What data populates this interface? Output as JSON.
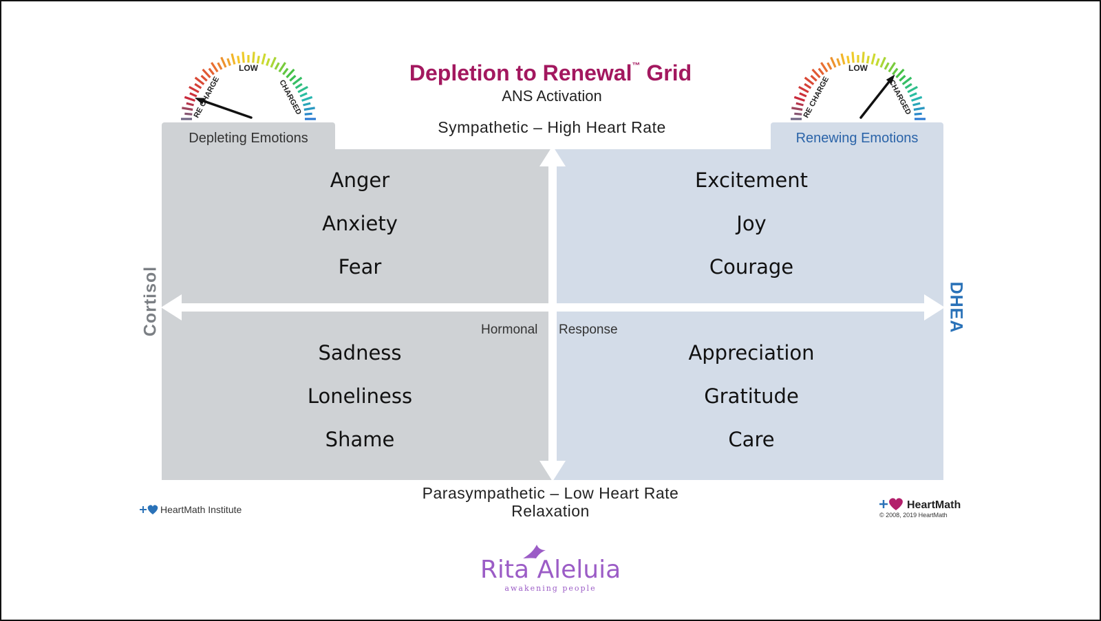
{
  "title": {
    "main": "Depletion to Renewal",
    "tm": "™",
    "grid_word": " Grid",
    "subtitle": "ANS Activation"
  },
  "axes": {
    "top": "Sympathetic – High Heart Rate",
    "bottom_1": "Parasympathetic – Low Heart Rate",
    "bottom_2": "Relaxation",
    "left": "Cortisol",
    "right": "DHEA",
    "center_left": "Hormonal",
    "center_right": "Response"
  },
  "tabs": {
    "left": "Depleting Emotions",
    "right": "Renewing Emotions"
  },
  "quadrants": {
    "top_left": [
      "Anger",
      "Anxiety",
      "Fear"
    ],
    "top_right": [
      "Excitement",
      "Joy",
      "Courage"
    ],
    "bottom_left": [
      "Sadness",
      "Loneliness",
      "Shame"
    ],
    "bottom_right": [
      "Appreciation",
      "Gratitude",
      "Care"
    ]
  },
  "gauges": {
    "left": {
      "low": "LOW",
      "recharge": "RE CHARGE",
      "charged": "CHARGED",
      "needle": 0.12
    },
    "right": {
      "low": "LOW",
      "recharge": "RE CHARGE",
      "charged": "CHARGED",
      "needle": 0.72
    }
  },
  "footer": {
    "institute": "HeartMath Institute",
    "brand": "HeartMath",
    "copyright": "© 2008, 2019 HeartMath",
    "signature_name": "Rita Aleluia",
    "signature_tagline": "awakening people"
  },
  "colors": {
    "left_quadrant": "#cfd2d5",
    "right_quadrant": "#d3dce8",
    "title": "#a3185f",
    "right_tab_text": "#2a63a8",
    "dhea": "#2a72b8",
    "cortisol": "#7b7f84",
    "signature": "#9b5cc6",
    "heart_blue": "#2a72b8",
    "heart_magenta": "#b21f6b"
  },
  "icons": {
    "heart": "heart-icon",
    "bird": "bird-icon",
    "needle": "gauge-needle-icon"
  }
}
